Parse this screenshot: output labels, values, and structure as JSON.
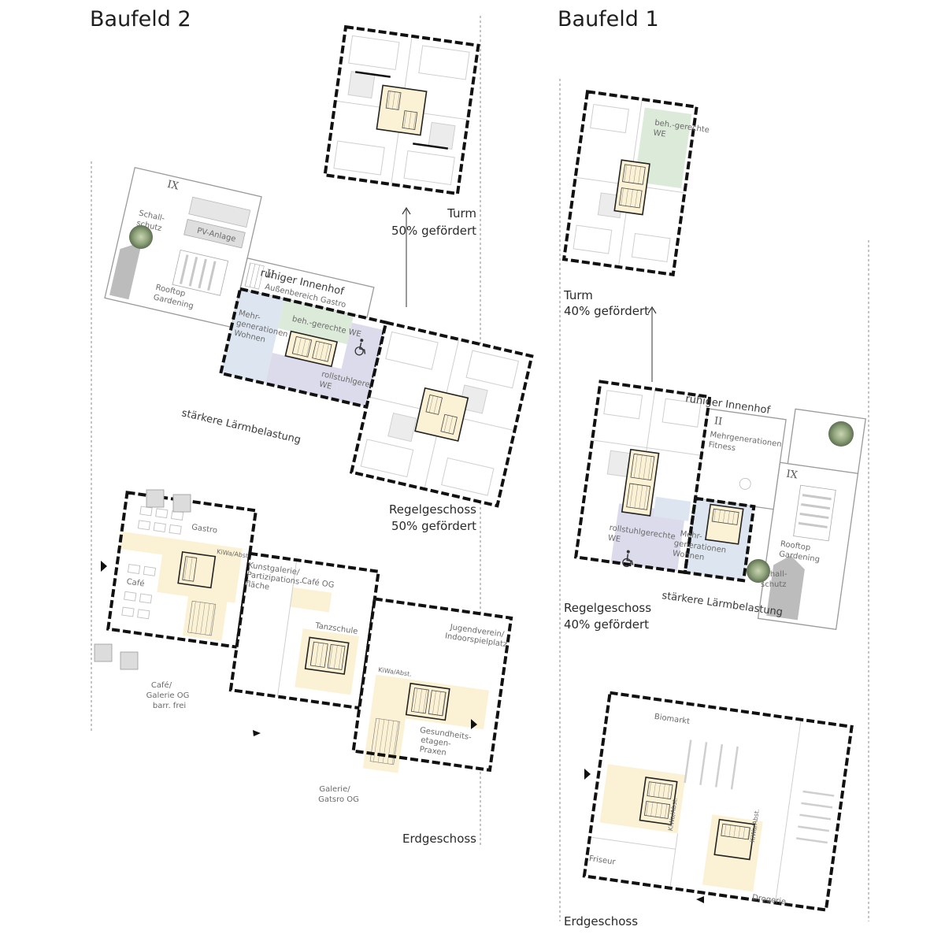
{
  "baufeld2": {
    "title": "Baufeld 2",
    "tower": {
      "name": "Turm",
      "share": "50% gefördert"
    },
    "regular": {
      "name": "Regelgeschoss",
      "share": "50% gefördert"
    },
    "ground": {
      "name": "Erdgeschoss"
    },
    "rooftop": {
      "storeys": "IX",
      "pv": "PV-Anlage",
      "noise": [
        "Schall-",
        "schutz"
      ],
      "garden": [
        "Rooftop",
        "Gardening"
      ]
    },
    "courtyard": "ruhiger Innenhof",
    "noise_side": "stärkere Lärmbelastung",
    "gastro_storeys": "II",
    "gastro_outdoor": "Außenbereich Gastro",
    "units": {
      "barrier_free": "beh.-gerechte WE",
      "multigen": [
        "Mehr-",
        "generationen",
        "Wohnen"
      ],
      "wheelchair": [
        "rollstuhlgerechte",
        "WE"
      ]
    },
    "rooms": {
      "gastro": "Gastro",
      "cafe": "Café",
      "cafe_og": "Café OG",
      "gallery": [
        "Kunstgalerie/",
        "Partizipations-",
        "fläche"
      ],
      "dance": "Tanzschule",
      "youth": [
        "Jugendverein/",
        "Indoorspielplatz"
      ],
      "health": [
        "Gesundheits-",
        "etagen-",
        "Praxen"
      ],
      "cafe_gallery": [
        "Café/",
        "Galerie OG",
        "barr. frei"
      ],
      "gallery_gastro": [
        "Galerie/",
        "Gatsro OG"
      ],
      "service": "KiWa/Abst."
    }
  },
  "baufeld1": {
    "title": "Baufeld 1",
    "tower": {
      "name": "Turm",
      "share": "40% gefördert"
    },
    "regular": {
      "name": "Regelgeschoss",
      "share": "40% gefördert"
    },
    "ground": {
      "name": "Erdgeschoss"
    },
    "rooftop": {
      "storeys": "IX",
      "noise": [
        "Schall-",
        "schutz"
      ],
      "garden": [
        "Rooftop",
        "Gardening"
      ]
    },
    "courtyard": "ruhiger Innenhof",
    "noise_side": "stärkere Lärmbelastung",
    "fitness_storeys": "II",
    "units": {
      "barrier_free": [
        "beh.-gerechte",
        "WE"
      ],
      "fitness": [
        "Mehrgenerationen",
        "Fitness"
      ],
      "wheelchair": [
        "rollstuhlgerechte",
        "WE"
      ],
      "multigen": [
        "Mehr-",
        "generationen",
        "Wohnen"
      ]
    },
    "rooms": {
      "organic": "Biomarkt",
      "hairdresser": "Friseur",
      "drugstore": "Drogerie",
      "service": "KiWa/Abst."
    }
  },
  "colors": {
    "core": "#fbf1d4",
    "multigen": "#dde6f0",
    "barrier_free": "#dcebd9",
    "wheelchair": "#dcdbec",
    "commercial": "#fbf1d4"
  }
}
